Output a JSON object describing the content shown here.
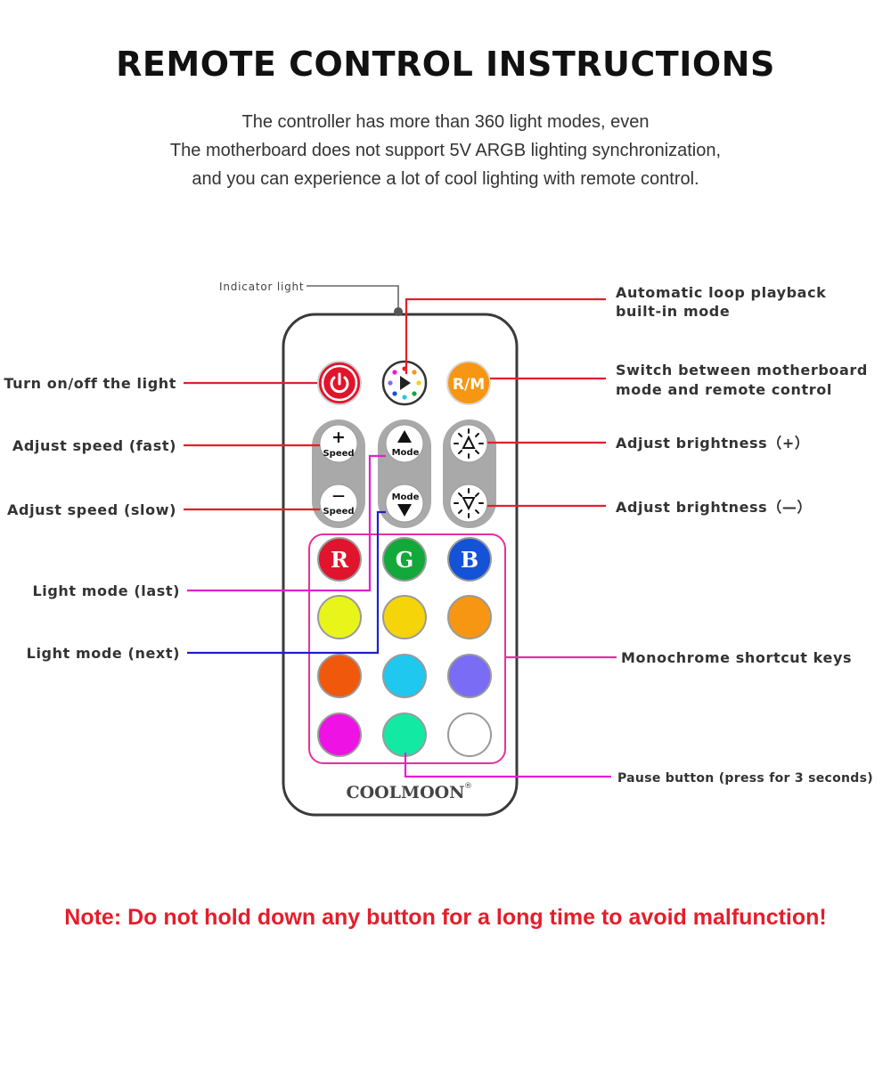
{
  "title": "REMOTE CONTROL INSTRUCTIONS",
  "subtitle_lines": [
    "The controller has more than 360 light modes, even",
    "The motherboard does not support 5V ARGB lighting synchronization,",
    "and you can experience a lot of cool lighting with remote control."
  ],
  "labels": {
    "indicator": "Indicator light",
    "auto_loop_1": "Automatic loop playback",
    "auto_loop_2": "built-in mode",
    "power": "Turn on/off the light",
    "switch_1": "Switch between motherboard",
    "switch_2": "mode and remote control",
    "speed_fast": "Adjust speed (fast)",
    "bright_plus": "Adjust brightness（+）",
    "speed_slow": "Adjust speed (slow)",
    "bright_minus": "Adjust brightness（—）",
    "mode_last": "Light mode (last)",
    "mode_next": "Light mode (next)",
    "mono": "Monochrome shortcut keys",
    "pause": "Pause button (press for 3 seconds)"
  },
  "remote": {
    "brand": "COOLMOON",
    "brand_mark": "®",
    "rm_label": "R/M",
    "speed_plus_sign": "+",
    "speed_minus_sign": "—",
    "speed_word": "Speed",
    "mode_word": "Mode",
    "color_keys": [
      {
        "letter": "R",
        "color": "#e0142c"
      },
      {
        "letter": "G",
        "color": "#13a83a"
      },
      {
        "letter": "B",
        "color": "#1452d8"
      },
      {
        "letter": "",
        "color": "#e9f51a"
      },
      {
        "letter": "",
        "color": "#f5d40a"
      },
      {
        "letter": "",
        "color": "#f79612"
      },
      {
        "letter": "",
        "color": "#f0580c"
      },
      {
        "letter": "",
        "color": "#1ec8ee"
      },
      {
        "letter": "",
        "color": "#7b6cf5"
      },
      {
        "letter": "",
        "color": "#ee12e4"
      },
      {
        "letter": "",
        "color": "#12eaa4"
      },
      {
        "letter": "",
        "color": "#ffffff"
      }
    ]
  },
  "note": "Note: Do not hold down any button for a long time to avoid malfunction!",
  "colors": {
    "red": "#e41e2a",
    "magenta": "#e020d0",
    "blue": "#2020c8",
    "pink": "#e8309a",
    "gray": "#666666"
  }
}
